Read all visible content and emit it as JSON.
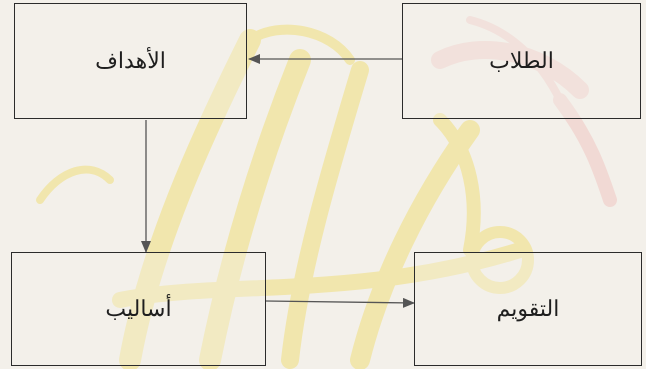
{
  "boxes": {
    "students": "الطلاب",
    "objectives": "الأهداف",
    "methods": "أساليب",
    "evaluation": "التقويم"
  },
  "colors": {
    "background": "#f3f0ea",
    "watermark_gold": "#efe2a0",
    "watermark_red": "#f0d6d2",
    "stroke": "#2b2b2b",
    "arrow": "#555555"
  }
}
